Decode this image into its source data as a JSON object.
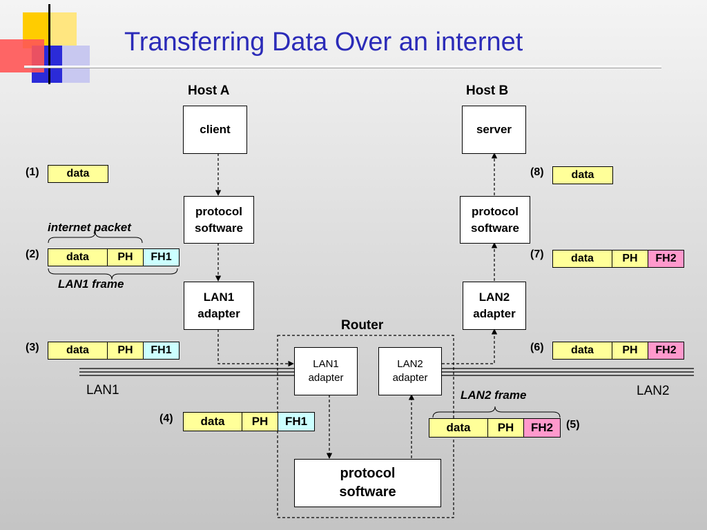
{
  "title": "Transferring Data Over an internet",
  "hosts": {
    "host_a": "Host A",
    "host_b": "Host B",
    "client": "client",
    "server": "server",
    "protocol_software": [
      "protocol",
      "software"
    ],
    "lan1_adapter": [
      "LAN1",
      "adapter"
    ],
    "lan2_adapter": [
      "LAN2",
      "adapter"
    ]
  },
  "router": {
    "label": "Router",
    "lan1_adapter": [
      "LAN1",
      "adapter"
    ],
    "lan2_adapter": [
      "LAN2",
      "adapter"
    ],
    "protocol_software": [
      "protocol",
      "software"
    ]
  },
  "networks": {
    "lan1": "LAN1",
    "lan2": "LAN2"
  },
  "annotations": {
    "internet_packet": "internet packet",
    "lan1_frame": "LAN1 frame",
    "lan2_frame": "LAN2 frame"
  },
  "steps": [
    {
      "num": "(1)",
      "cells": [
        "data"
      ]
    },
    {
      "num": "(2)",
      "cells": [
        "data",
        "PH",
        "FH1"
      ]
    },
    {
      "num": "(3)",
      "cells": [
        "data",
        "PH",
        "FH1"
      ]
    },
    {
      "num": "(4)",
      "cells": [
        "data",
        "PH",
        "FH1"
      ]
    },
    {
      "num": "(5)",
      "cells": [
        "data",
        "PH",
        "FH2"
      ]
    },
    {
      "num": "(6)",
      "cells": [
        "data",
        "PH",
        "FH2"
      ]
    },
    {
      "num": "(7)",
      "cells": [
        "data",
        "PH",
        "FH2"
      ]
    },
    {
      "num": "(8)",
      "cells": [
        "data"
      ]
    }
  ],
  "colors": {
    "title": "#2b2bb8",
    "data_cell": "#ffff99",
    "fh1_cell": "#ccffff",
    "fh2_cell": "#ff99cc"
  }
}
